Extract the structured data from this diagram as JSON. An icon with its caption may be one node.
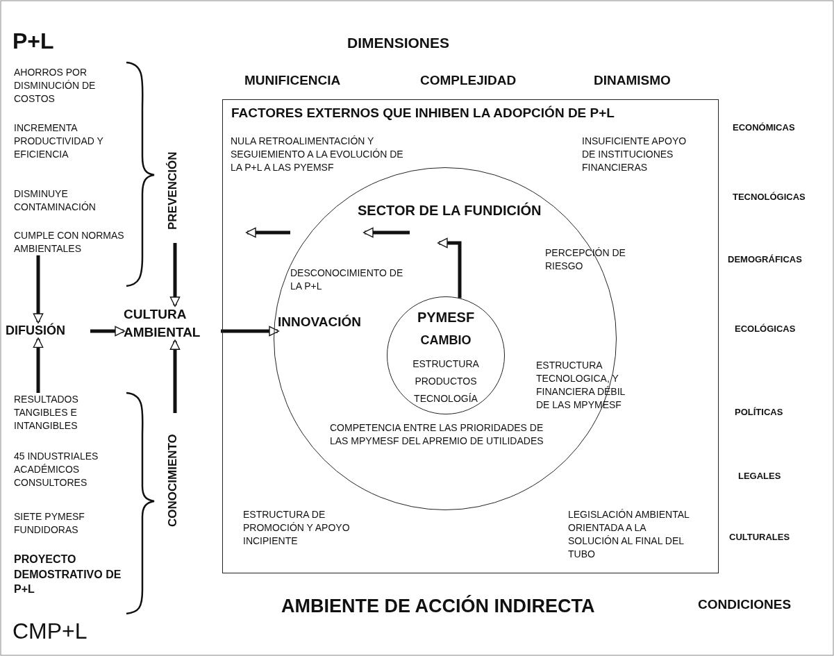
{
  "diagram": {
    "nodes": [
      {
        "text": [
          "CUMPLE CON NORMAS AMBIENTALES"
        ]
      },
      {
        "text": [
          "PREVENCIÓN"
        ]
      },
      {
        "text": [
          "DIFUSIÓN"
        ]
      },
      {
        "text": [
          "CULTURA AMBIENTAL"
        ]
      },
      {
        "text": [
          "RESULTADOS TANGIBLES E INTANGIBLES"
        ]
      },
      {
        "text": [
          "CONOCIMIENTO"
        ]
      },
      {
        "text": [
          "FACTORES EXTERNOS QUE INHIBEN LA ADOPCIÓN DE P+L"
        ]
      },
      {
        "text": [
          "SECTOR DE LA FUNDICIÓN"
        ],
        "in": 6
      },
      {
        "text": [
          "PYMESF",
          "CAMBIO",
          "ESTRUCTURA",
          "PRODUCTOS",
          "TECNOLOGÍA"
        ],
        "in": 7
      },
      {
        "text": [
          "INNOVACIÓN"
        ],
        "in": 7
      }
    ],
    "edges": [
      {
        "from": 0,
        "to": 2,
        "arrow": "to"
      },
      {
        "from": 1,
        "to": 3,
        "arrow": "to"
      },
      {
        "from": 2,
        "to": 3,
        "arrow": "to"
      },
      {
        "from": 4,
        "to": 2,
        "arrow": "to"
      },
      {
        "from": 5,
        "to": 3,
        "arrow": "to"
      },
      {
        "from": 3,
        "to": 9,
        "arrow": "to"
      },
      {
        "from": 8,
        "to": null,
        "arrow": "to"
      }
    ],
    "labels": [
      "P+L",
      "AHORROS POR DISMINUCIÓN DE COSTOS",
      "INCREMENTA PRODUCTIVIDAD Y EFICIENCIA",
      "DISMINUYE CONTAMINACIÓN",
      "45 INDUSTRIALES ACADÉMICOS CONSULTORES",
      "SIETE PYMESF FUNDIDORAS",
      "PROYECTO DEMOSTRATIVO DE P+L",
      "CMP+L",
      "DIMENSIONES",
      "MUNIFICENCIA",
      "COMPLEJIDAD",
      "DINAMISMO",
      "ECONÓMICAS",
      "TECNOLÓGICAS",
      "DEMOGRÁFICAS",
      "ECOLÓGICAS",
      "POLÍTICAS",
      "LEGALES",
      "CULTURALES",
      "NULA RETROALIMENTACIÓN Y SEGUIEMIENTO A LA EVOLUCIÓN DE LA P+L A LAS PYEMSF",
      "INSUFICIENTE APOYO DE INSTITUCIONES FINANCIERAS",
      "PERCEPCIÓN DE RIESGO",
      "DESCONOCIMIENTO DE LA P+L",
      "ESTRUCTURA TECNOLOGICA, Y FINANCIERA DÉBIL DE LAS MPYMESF",
      "COMPETENCIA ENTRE LAS PRIORIDADES DE LAS MPYMESF DEL APREMIO DE UTILIDADES",
      "ESTRUCTURA DE PROMOCIÓN Y APOYO INCIPIENTE",
      "LEGISLACIÓN AMBIENTAL ORIENTADA A LA SOLUCIÓN AL FINAL DEL TUBO",
      "AMBIENTE DE ACCIÓN INDIRECTA",
      "CONDICIONES"
    ]
  }
}
